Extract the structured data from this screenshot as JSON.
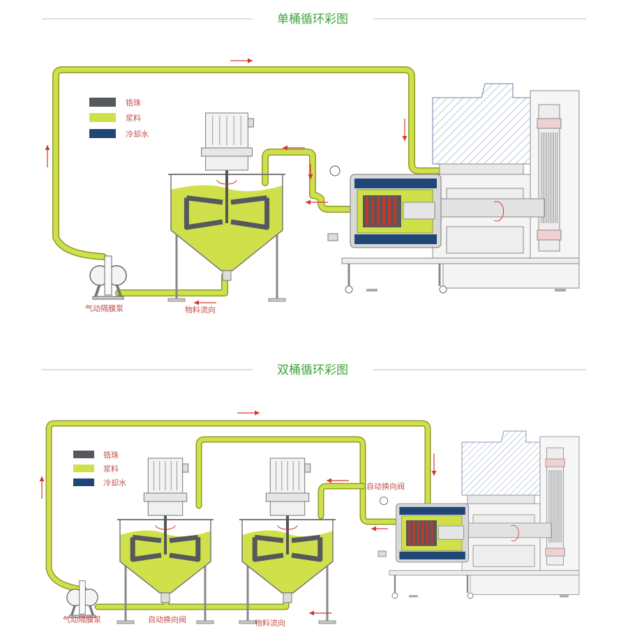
{
  "colors": {
    "title": "#3aa63a",
    "bead": "#55585c",
    "slurry": "#cfe04a",
    "cooling_water": "#1f4677",
    "arrow": "#d9332b",
    "label": "#c0504d"
  },
  "single": {
    "title": "单桶循环彩图",
    "legend": [
      {
        "label": "锆珠",
        "color": "#55585c"
      },
      {
        "label": "浆料",
        "color": "#cfe04a"
      },
      {
        "label": "冷却水",
        "color": "#1f4677"
      }
    ],
    "pump_label": "气动隔膜泵",
    "flow_label": "物料流向"
  },
  "double": {
    "title": "双桶循环彩图",
    "legend": [
      {
        "label": "锆珠",
        "color": "#55585c"
      },
      {
        "label": "浆料",
        "color": "#cfe04a"
      },
      {
        "label": "冷却水",
        "color": "#1f4677"
      }
    ],
    "pump_label": "气动隔膜泵",
    "valve_label_bottom": "自动换向阀",
    "valve_label_top": "自动换向阀",
    "flow_label": "物料流向"
  }
}
